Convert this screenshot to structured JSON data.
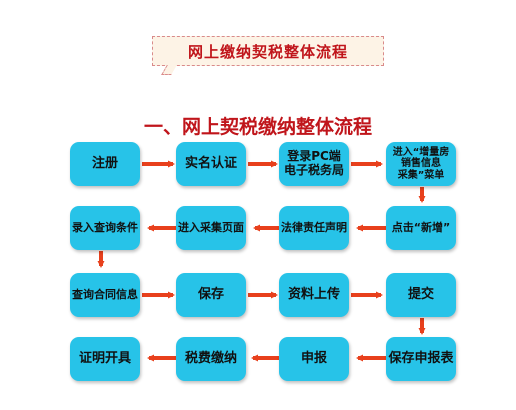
{
  "header": {
    "banner": "网上缴纳契税整体流程",
    "title": "一、网上契税缴纳整体流程"
  },
  "nodes": {
    "n1": "注册",
    "n2": "实名认证",
    "n3": "登录PC端\n电子税务局",
    "n4": "进入“增量房\n销售信息\n采集”菜单",
    "n5": "录入查询条件",
    "n6": "进入采集页面",
    "n7": "法律责任声明",
    "n8": "点击“新增”",
    "n9": "查询合同信息",
    "n10": "保存",
    "n11": "资料上传",
    "n12": "提交",
    "n13": "证明开具",
    "n14": "税费缴纳",
    "n15": "申报",
    "n16": "保存申报表"
  },
  "colors": {
    "box_fill": "#27c3e8",
    "arrow": "#e8401c",
    "title": "#c0151b"
  }
}
